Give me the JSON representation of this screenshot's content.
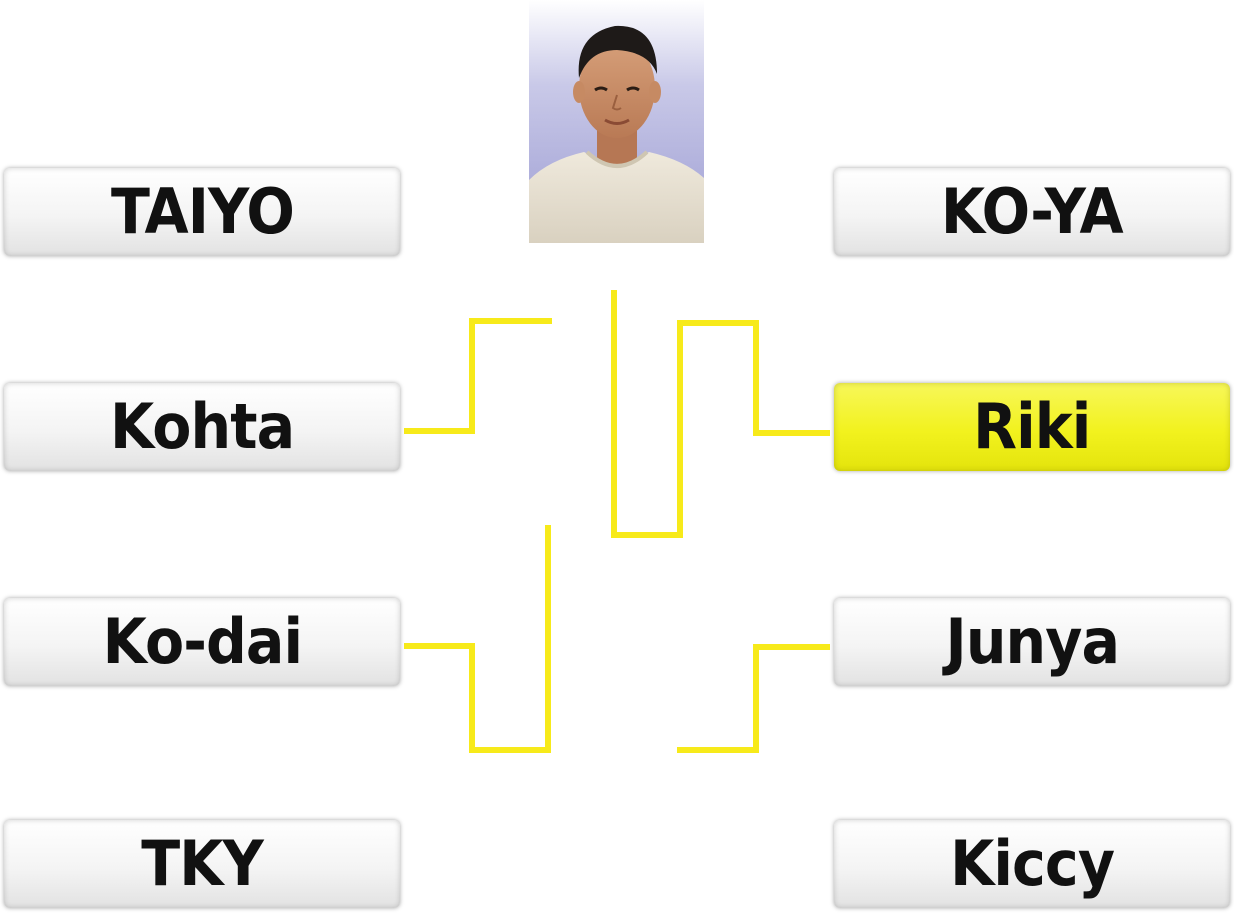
{
  "bracket": {
    "line_color": "#f7ea1a",
    "highlight_color": "#f2f21e",
    "left": [
      {
        "name": "TAIYO"
      },
      {
        "name": "Kohta"
      },
      {
        "name": "Ko-dai"
      },
      {
        "name": "TKY"
      }
    ],
    "right": [
      {
        "name": "KO-YA"
      },
      {
        "name": "Riki",
        "highlighted": true
      },
      {
        "name": "Junya"
      },
      {
        "name": "Kiccy"
      }
    ]
  },
  "champion_photo": {
    "icon": "person-portrait-icon"
  }
}
